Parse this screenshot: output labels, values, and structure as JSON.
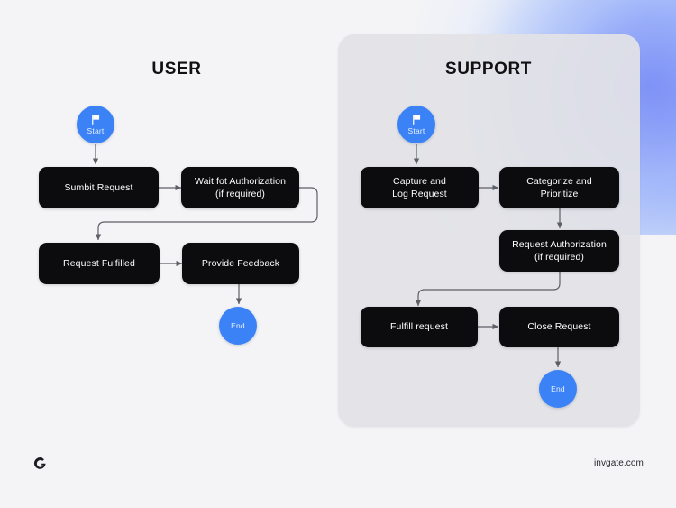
{
  "theme": {
    "background": "#f4f4f6",
    "panel_background": "#e2e2e6",
    "node_background": "#0c0c0e",
    "node_text": "#ffffff",
    "accent_blue": "#3b82f6",
    "connector": "#6b6b73",
    "gradient_from": "#8698f8",
    "gradient_to": "#f4f4f6"
  },
  "lanes": {
    "user": {
      "title": "USER"
    },
    "support": {
      "title": "SUPPORT"
    }
  },
  "terminators": {
    "user_start": {
      "label": "Start",
      "icon": "flag-icon"
    },
    "user_end": {
      "label": "End"
    },
    "support_start": {
      "label": "Start",
      "icon": "flag-icon"
    },
    "support_end": {
      "label": "End"
    }
  },
  "nodes": {
    "user": [
      {
        "id": "submit-request",
        "lines": [
          "Sumbit Request"
        ]
      },
      {
        "id": "wait-for-authorization",
        "lines": [
          "Wait fot Authorization",
          "(if required)"
        ]
      },
      {
        "id": "request-fulfilled",
        "lines": [
          "Request Fulfilled"
        ]
      },
      {
        "id": "provide-feedback",
        "lines": [
          "Provide Feedback"
        ]
      }
    ],
    "support": [
      {
        "id": "capture-and-log-request",
        "lines": [
          "Capture and",
          "Log Request"
        ]
      },
      {
        "id": "categorize-and-prioritize",
        "lines": [
          "Categorize and",
          "Prioritize"
        ]
      },
      {
        "id": "request-authorization",
        "lines": [
          "Request Authorization",
          "(if required)"
        ]
      },
      {
        "id": "fulfill-request",
        "lines": [
          "Fulfill request"
        ]
      },
      {
        "id": "close-request",
        "lines": [
          "Close Request"
        ]
      }
    ]
  },
  "node_text": {
    "submit_request": "Sumbit Request",
    "wait_authorization_l1": "Wait fot Authorization",
    "wait_authorization_l2": "(if required)",
    "request_fulfilled": "Request Fulfilled",
    "provide_feedback": "Provide Feedback",
    "capture_log_l1": "Capture and",
    "capture_log_l2": "Log Request",
    "categorize_l1": "Categorize and",
    "categorize_l2": "Prioritize",
    "request_auth_l1": "Request Authorization",
    "request_auth_l2": "(if required)",
    "fulfill_request": "Fulfill request",
    "close_request": "Close Request"
  },
  "footer": {
    "url": "invgate.com",
    "logo_name": "invgate-logo-icon"
  }
}
